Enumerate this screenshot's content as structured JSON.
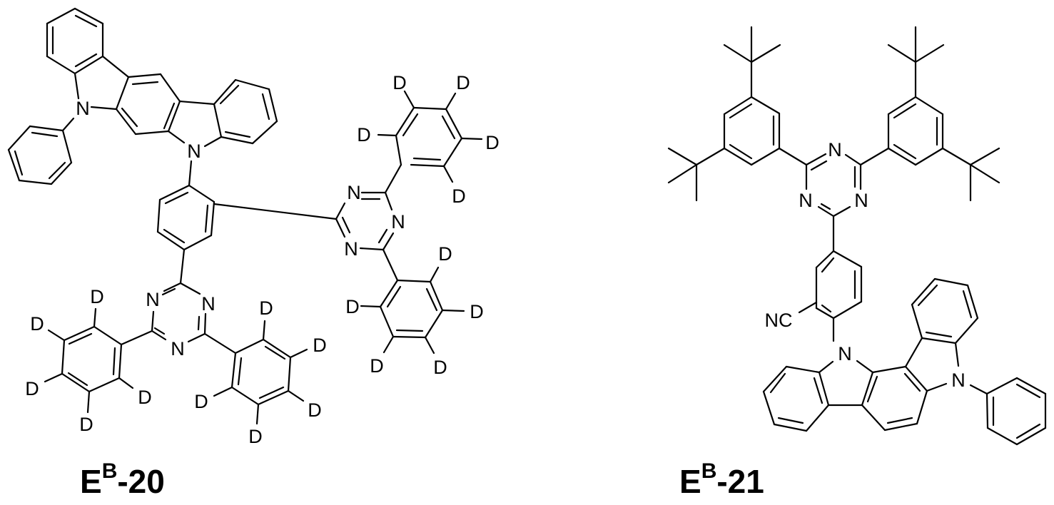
{
  "compounds": [
    {
      "id": "eb20",
      "label_main": "E",
      "label_sup": "B",
      "label_suffix": "-20",
      "description": "Indolocarbazole (N-phenyl) linked to a phenylene bearing two bis(pentadeuterophenyl)-1,3,5-triazine groups",
      "atom_labels": {
        "nitrogen": "N",
        "deuterium": "D"
      }
    },
    {
      "id": "eb21",
      "label_main": "E",
      "label_sup": "B",
      "label_suffix": "-21",
      "description": "Bis(3,5-di-tert-butylphenyl)-1,3,5-triazine linked to a cyanophenyl bearing an N-phenyl indolocarbazole",
      "atom_labels": {
        "nitrogen": "N",
        "cyano": "NC"
      }
    }
  ],
  "colors": {
    "background": "#ffffff",
    "ink": "#000000"
  }
}
